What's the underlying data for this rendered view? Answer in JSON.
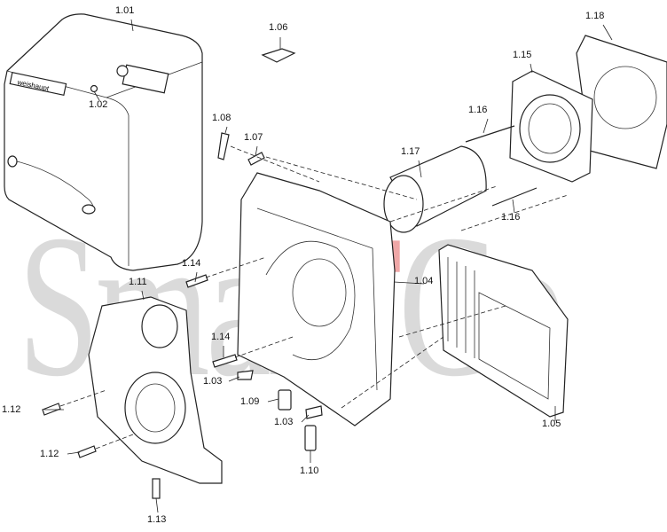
{
  "watermark": {
    "text_gray_1": "Smar",
    "text_red": "T",
    "text_gray_2": "Co"
  },
  "brand_plate": "weishaupt",
  "labels": [
    "1.01",
    "1.02",
    "1.06",
    "1.18",
    "1.15",
    "1.08",
    "1.07",
    "1.16",
    "1.17",
    "1.16",
    "1.14",
    "1.11",
    "1.04",
    "1.14",
    "1.03",
    "1.09",
    "1.03",
    "1.05",
    "1.12",
    "1.12",
    "1.10",
    "1.13"
  ],
  "colors": {
    "line": "#222222",
    "watermark_gray": "#969696",
    "watermark_red": "#dc3c3c"
  }
}
